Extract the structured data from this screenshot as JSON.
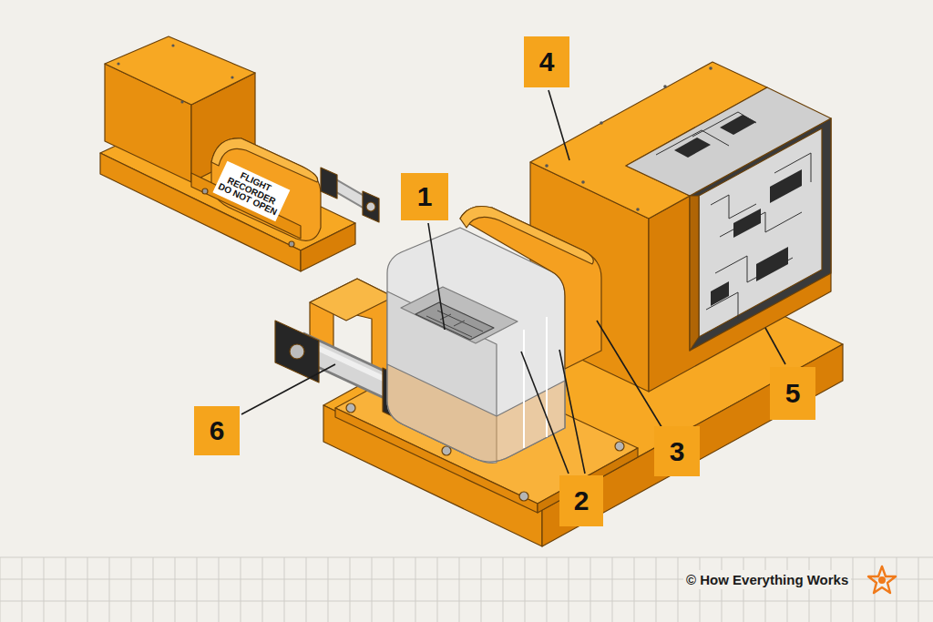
{
  "diagram": {
    "labels": [
      "FLIGHT RECORDER DO NOT OPEN",
      "4",
      "1",
      "6",
      "3",
      "5",
      "2",
      "© How Everything Works"
    ]
  }
}
